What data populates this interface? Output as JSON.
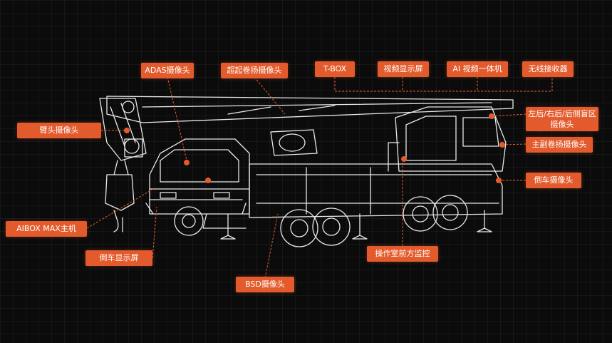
{
  "colors": {
    "background": "#0b0b0b",
    "accent": "#e35b2c",
    "line_art": "#e8e8e8",
    "label_text": "#ffffff"
  },
  "labels": {
    "adas_camera": "ADAS摄像头",
    "hoist_camera": "超起卷扬摄像头",
    "tbox": "T-BOX",
    "video_display": "视频显示屏",
    "ai_video_unit": "AI 视频一体机",
    "wireless_receiver": "无线接收器",
    "boom_head_camera": "臂头摄像头",
    "blind_spot_camera": "左后/右后/后侧盲区摄像头",
    "main_aux_hoist_camera": "主副卷扬摄像头",
    "reverse_camera": "倒车摄像头",
    "aibox_max": "AIBOX MAX主机",
    "reverse_display": "倒车显示屏",
    "cab_front_monitor": "操作室前方监控",
    "bsd_camera": "BSD摄像头"
  }
}
